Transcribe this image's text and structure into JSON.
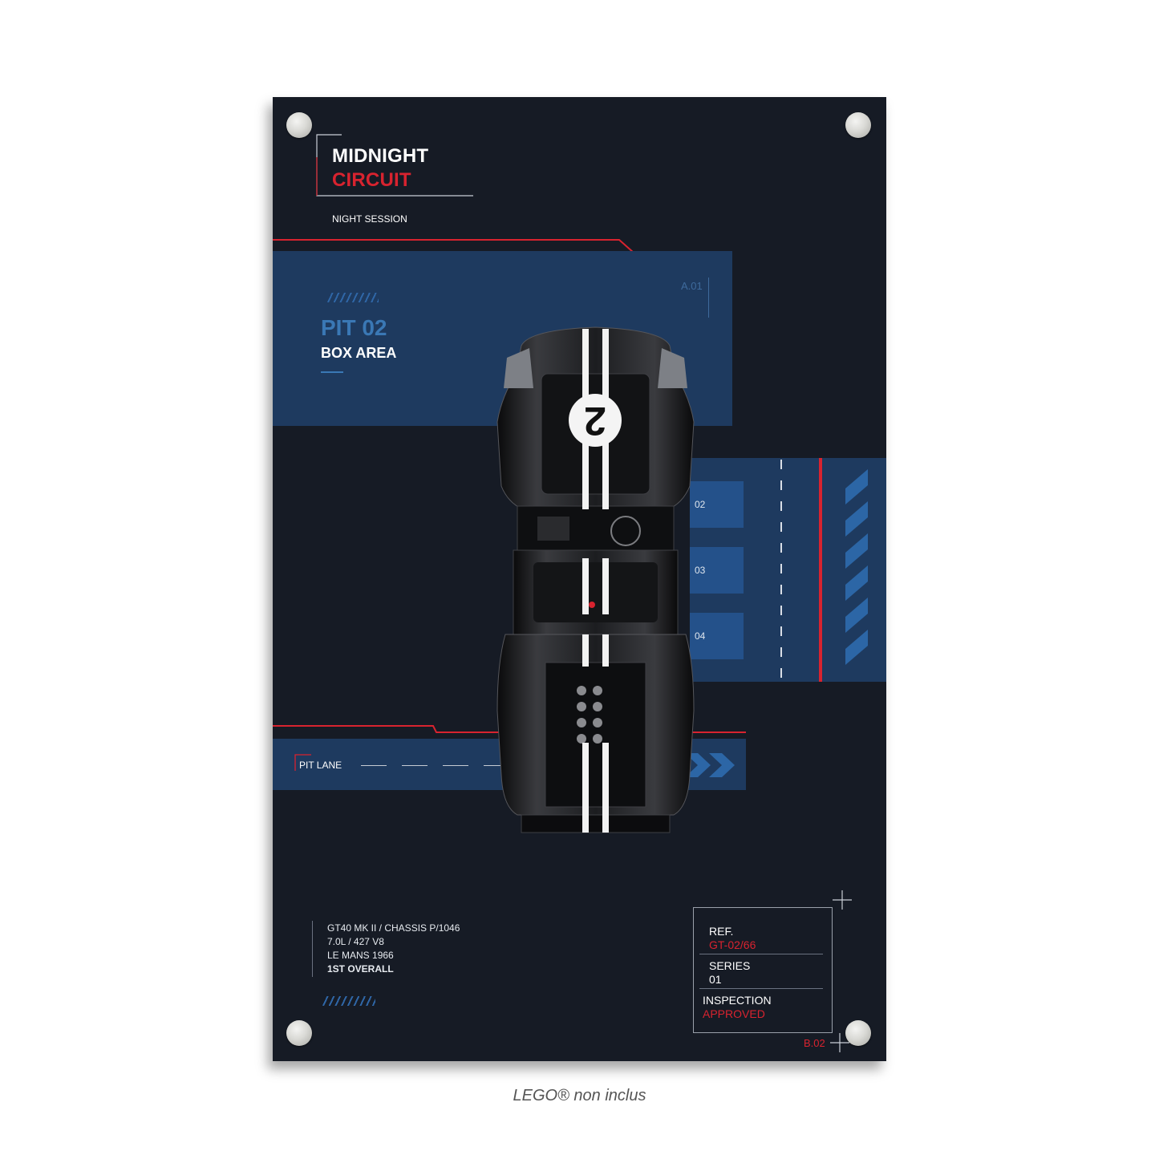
{
  "poster": {
    "title_line1": "MIDNIGHT",
    "title_line2": "CIRCUIT",
    "subtitle": "NIGHT SESSION",
    "code_top": "A.01",
    "pit_title": "PIT 02",
    "pit_subtitle": "BOX AREA",
    "slots": [
      "02",
      "03",
      "04"
    ],
    "pit_lane": "PIT LANE",
    "specs": [
      "GT40 MK II / CHASSIS P/1046",
      "7.0L / 427 V8",
      "LE MANS 1966",
      "1ST OVERALL"
    ],
    "ref_label": "REF.",
    "ref_value": "GT-02/66",
    "series_label": "SERIES",
    "series_value": "01",
    "inspection_label": "INSPECTION",
    "inspection_value": "APPROVED",
    "code_bottom": "B.02",
    "car_number": "2"
  },
  "caption": "LEGO® non inclus",
  "colors": {
    "panel": "#161b25",
    "blue_block": "#1e3a5f",
    "accent_red": "#d8232f",
    "accent_blue": "#3a78b5"
  }
}
